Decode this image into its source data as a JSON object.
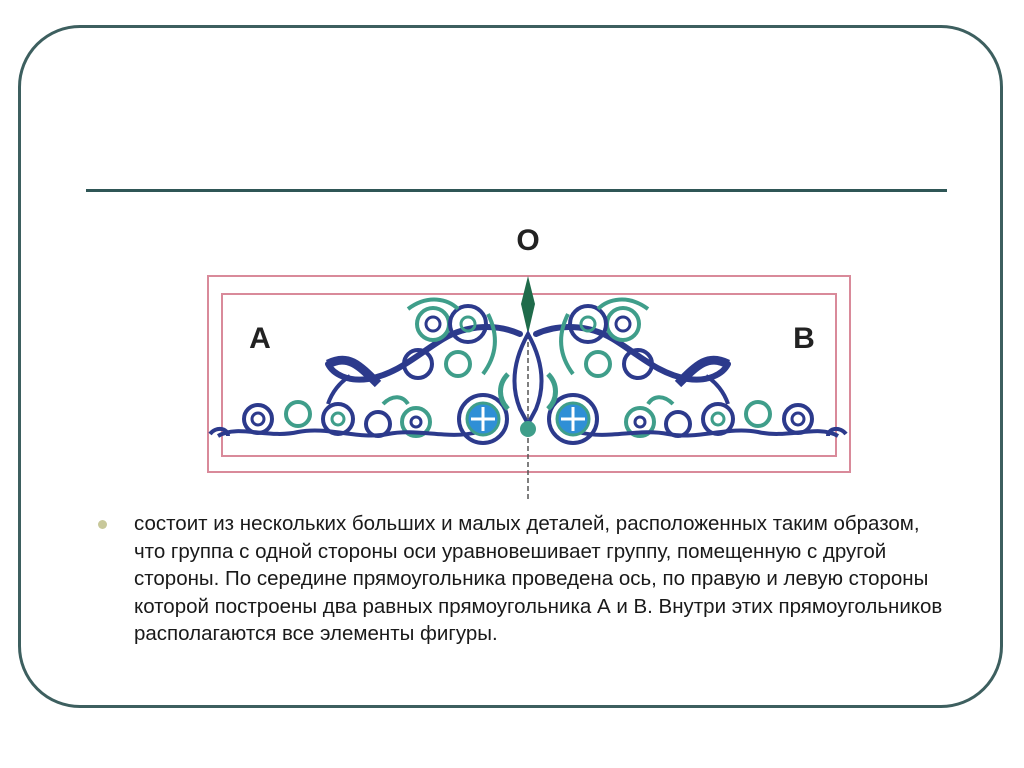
{
  "slide": {
    "labels": {
      "axis": "O",
      "left": "A",
      "right": "B"
    },
    "bullet_text": "состоит из нескольких больших и малых деталей, расположенных таким образом, что группа с одной стороны оси уравновешивает группу, помещенную с другой стороны. По середине прямоугольника проведена ось, по правую и левую стороны которой построены два равных прямоугольника А и В. Внутри этих прямоугольников располагаются все элементы фигуры."
  },
  "colors": {
    "frame": "#3d5f5f",
    "rule": "#2f5656",
    "rect_lines": "#d98a9a",
    "ornament_navy": "#2c3a8c",
    "ornament_teal": "#3f9e8a",
    "ornament_blue": "#2f8fd6",
    "spike": "#1f6b4a"
  }
}
